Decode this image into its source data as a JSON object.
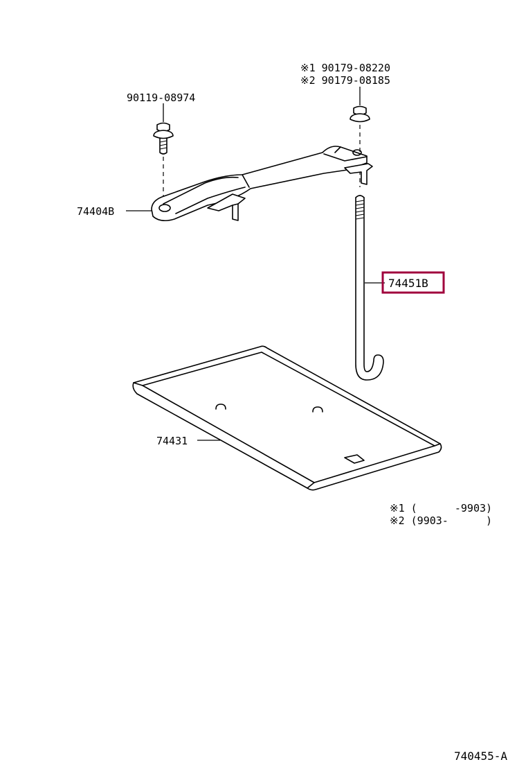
{
  "parts": {
    "bolt_left": "90119-08974",
    "nut_note_1": "※1  90179-08220",
    "nut_note_2": "※2  90179-08185",
    "clamp": "74404B",
    "rod": "74451B",
    "tray": "74431"
  },
  "notes": {
    "note_1": "※1 (      -9903)",
    "note_2": "※2 (9903-      )"
  },
  "diagram_id": "740455-A",
  "colors": {
    "highlight": "#a0003c",
    "line": "#000000"
  }
}
